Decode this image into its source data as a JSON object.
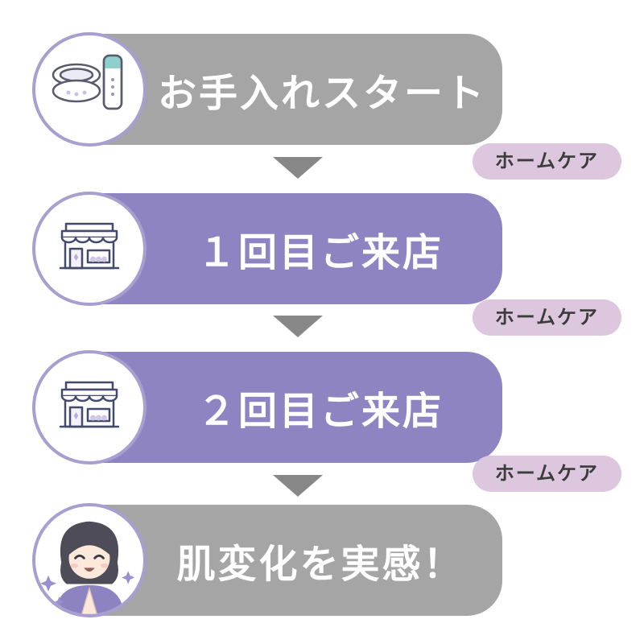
{
  "flow": {
    "steps": [
      {
        "label": "お手入れスタート",
        "variant": "gray",
        "icon": "beauty-device"
      },
      {
        "label": "１回目ご来店",
        "variant": "purple",
        "icon": "store"
      },
      {
        "label": "２回目ご来店",
        "variant": "purple",
        "icon": "store"
      },
      {
        "label": "肌変化を実感！",
        "variant": "gray",
        "icon": "happy-woman"
      }
    ],
    "connectors": [
      {
        "badge": "ホームケア"
      },
      {
        "badge": "ホームケア"
      },
      {
        "badge": "ホームケア"
      }
    ],
    "colors": {
      "gray_bar": "#a5a5a5",
      "purple_bar": "#8e84c2",
      "bar_text": "#ffffff",
      "badge_bg": "#dcc7de",
      "badge_text": "#3c3c3c",
      "arrow": "#878787",
      "circle_border": "#a89ecf",
      "circle_bg": "#ffffff",
      "background": "#ffffff"
    }
  }
}
